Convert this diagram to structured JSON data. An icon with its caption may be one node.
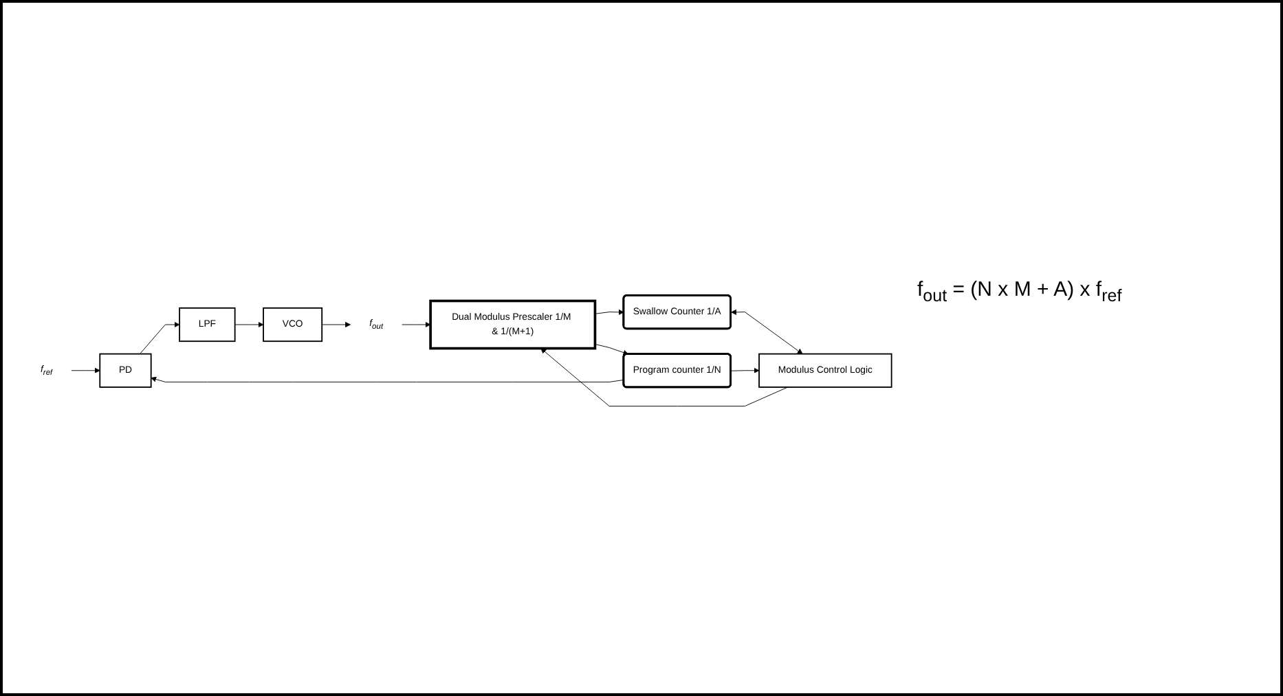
{
  "diagram": {
    "nodes": [
      {
        "text": [
          "f$_{ref}$"
        ]
      },
      {
        "text": [
          "PD"
        ]
      },
      {
        "text": [
          "LPF"
        ]
      },
      {
        "text": [
          "VCO"
        ]
      },
      {
        "text": [
          "f$_{out}$"
        ]
      },
      {
        "text": [
          "Program counter 1/N"
        ]
      },
      {
        "text": [
          "Dual Modulus Prescaler 1/M & 1/(M+1)"
        ]
      },
      {
        "text": [
          "Swallow Counter 1/A"
        ]
      },
      {
        "text": [
          "Modulus Control Logic"
        ]
      }
    ],
    "edges": [
      {
        "from": 0,
        "to": 1,
        "arrow": "to"
      },
      {
        "from": 1,
        "to": 2,
        "arrow": "to"
      },
      {
        "from": 2,
        "to": 3,
        "arrow": "to"
      },
      {
        "from": 3,
        "to": 4,
        "arrow": "to"
      },
      {
        "from": 4,
        "to": 6,
        "arrow": "to"
      },
      {
        "from": 5,
        "to": 1,
        "arrow": "to"
      },
      {
        "from": 6,
        "to": 5,
        "arrow": "to"
      },
      {
        "from": 6,
        "to": 7,
        "arrow": "to"
      },
      {
        "from": 7,
        "to": 8,
        "arrow": "both"
      },
      {
        "from": 8,
        "to": 6,
        "arrow": "to"
      },
      {
        "from": 5,
        "to": 8,
        "arrow": "to"
      }
    ],
    "labels": [
      "f$_{out}$ = (N x M + A) x f$_{ref}$"
    ]
  }
}
